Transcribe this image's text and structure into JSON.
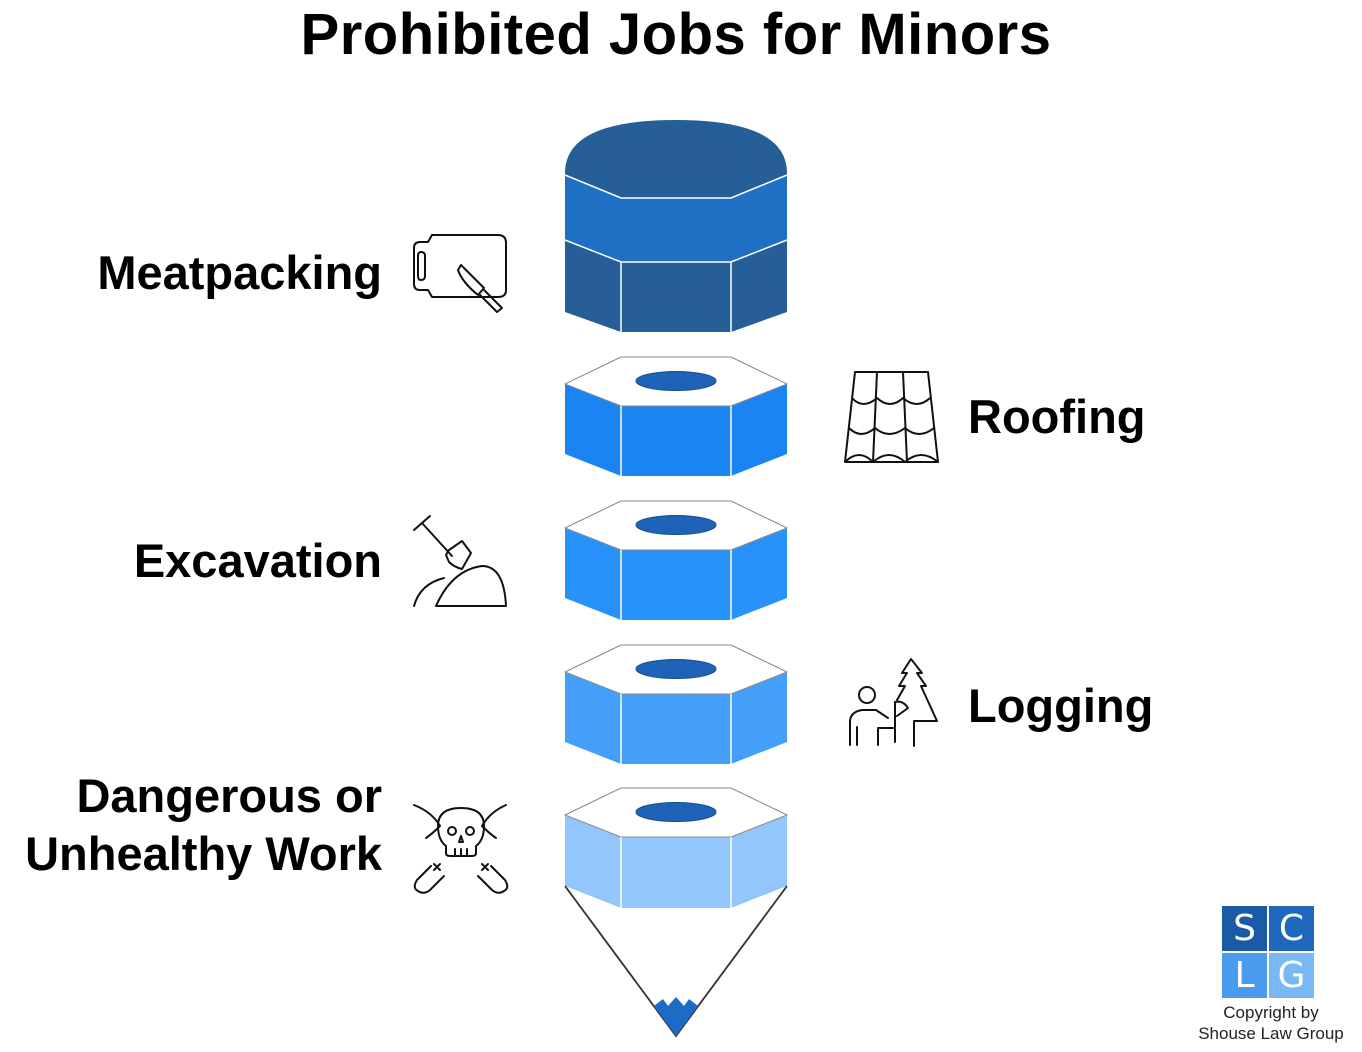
{
  "title": "Prohibited Jobs for Minors",
  "labels": {
    "meatpacking": "Meatpacking",
    "roofing": "Roofing",
    "excavation": "Excavation",
    "logging": "Logging",
    "dangerous_line1": "Dangerous or",
    "dangerous_line2": "Unhealthy Work"
  },
  "icons": {
    "meatpacking": "cleaver-cutting-board-icon",
    "roofing": "roof-tiles-icon",
    "excavation": "shovel-dirt-icon",
    "logging": "person-axe-tree-icon",
    "dangerous": "skull-crossed-bones-icon"
  },
  "colors": {
    "layer1": "#1f6fc5",
    "layer1_dark": "#265f97",
    "layer2": "#1984f2",
    "layer3": "#2892fb",
    "layer4": "#449ffb",
    "layer5": "#92c6fc",
    "hole": "#1e63b8",
    "tip": "#1c6bc7"
  },
  "logo": {
    "letters": [
      "S",
      "C",
      "L",
      "G"
    ],
    "copyright_line1": "Copyright by",
    "copyright_line2": "Shouse Law Group",
    "colors": [
      "#1b5aa6",
      "#1f68bd",
      "#4a9bef",
      "#79b8f5"
    ]
  }
}
